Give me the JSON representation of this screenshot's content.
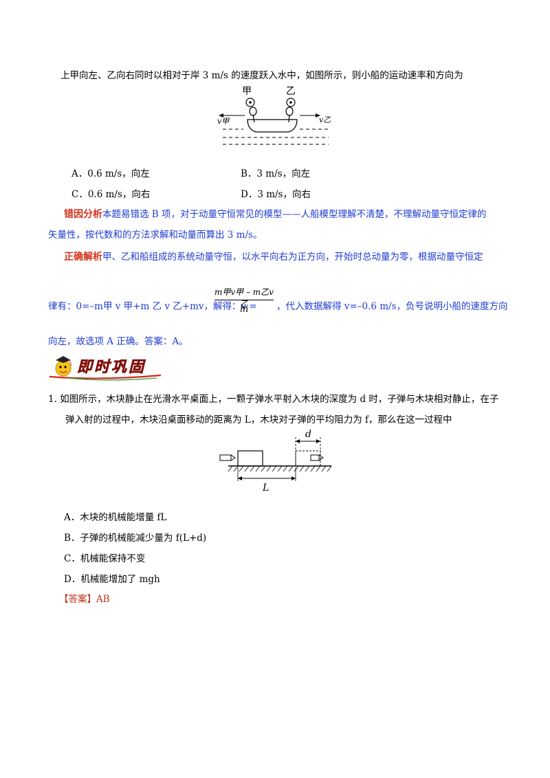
{
  "problem_prev": {
    "stem_tail": "上甲向左、乙向右同时以相对于岸 3 m/s 的速度跃入水中，如图所示，则小船的运动速率和方向为",
    "figure": {
      "label_jia": "甲",
      "label_yi": "乙",
      "v_jia": "v甲",
      "v_yi": "v乙"
    },
    "options": [
      {
        "label": "A．0.6 m/s，向左"
      },
      {
        "label": "B．3 m/s，向左"
      },
      {
        "label": "C．0.6 m/s，向右"
      },
      {
        "label": "D．3 m/s，向右"
      }
    ],
    "error_title": "错因分析",
    "error_text_1": "本题易错选 B 项，对于动量守恒常见的模型——人船模型理解不清楚，不理解动量守恒定律的",
    "error_text_2": "矢量性，按代数和的方法求解和动量而算出 3 m/s。",
    "solution_title": "正确解析",
    "solution_text_1": "甲、乙和船组成的系统动量守恒，以水平向右为正方向，开始时总动量为零，根据动量守恒定",
    "solution_law_prefix": "律有：0=–m",
    "solution_formula_mid": "甲 v 甲+m 乙 v 乙+mv，解得：v =",
    "solution_numerator": "m甲v甲 – m乙v乙",
    "solution_denominator": "m",
    "solution_text_after": "，代入数据解得 v=–0.6 m/s，负号说明小船的速度方向",
    "solution_text_3": "向左，故选项 A 正确。答案：A。"
  },
  "section_banner": {
    "title": "即时巩固"
  },
  "problem_1": {
    "stem_1": "1. 如图所示，木块静止在光滑水平桌面上，一颗子弹水平射入木块的深度为 d 时，子弹与木块相对静止，在子",
    "stem_2": "弹入射的过程中，木块沿桌面移动的距离为 L，木块对子弹的平均阻力为 f，那么在这一过程中",
    "figure": {
      "label_d": "d",
      "label_L": "L"
    },
    "options": [
      {
        "label": "A．木块的机械能增量 fL"
      },
      {
        "label": "B．子弹的机械能减少量为 f(L+d)"
      },
      {
        "label": "C．机械能保持不变"
      },
      {
        "label": "D．机械能增加了 mgh"
      }
    ],
    "answer_tag": "【答案】",
    "answer_value": "AB"
  },
  "colors": {
    "blue_text": "#1f3bd1",
    "red_title": "#d4321c",
    "banner_red": "#d2261a",
    "banner_green": "#2f9a3a"
  }
}
